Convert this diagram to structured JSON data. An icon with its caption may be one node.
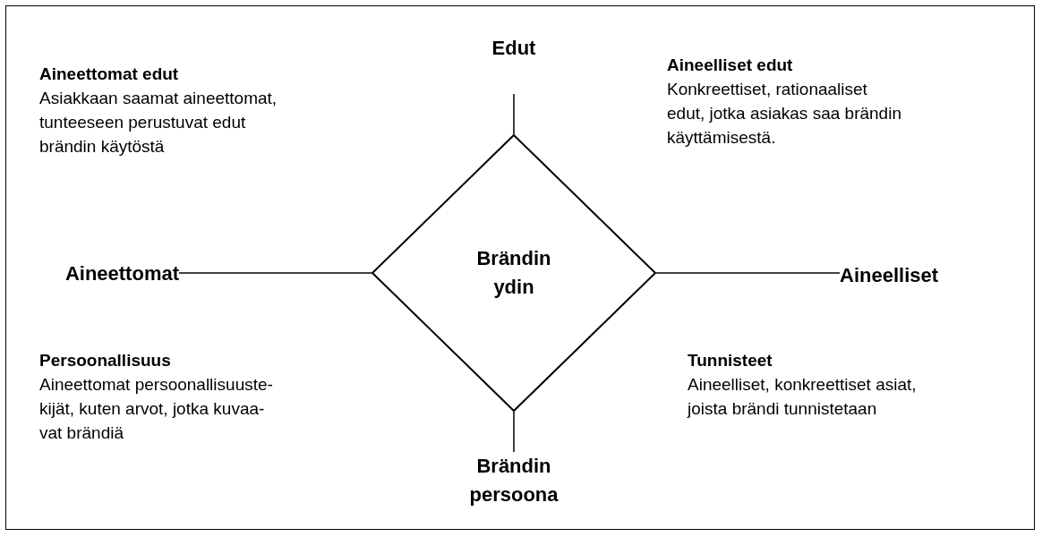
{
  "diagram": {
    "nodes": [
      {
        "text": [
          "Brändin ydin"
        ]
      },
      {
        "text": [
          "Edut"
        ]
      },
      {
        "text": [
          "Aineettomat"
        ]
      },
      {
        "text": [
          "Aineelliset"
        ]
      },
      {
        "text": [
          "Brändin persoona"
        ]
      }
    ],
    "edges": [
      {
        "from": 0,
        "to": 1,
        "arrow": "none"
      },
      {
        "from": 0,
        "to": 2,
        "arrow": "none"
      },
      {
        "from": 0,
        "to": 3,
        "arrow": "none"
      },
      {
        "from": 0,
        "to": 4,
        "arrow": "none"
      }
    ],
    "labels": [
      "Aineettomat edut",
      "Asiakkaan saamat aineettomat, tunteeseen perustuvat edut brändin käytöstä",
      "Aineelliset edut",
      "Konkreettiset, rationaaliset edut, jotka asiakas saa brändin käyttämisestä.",
      "Persoonallisuus",
      "Aineettomat persoonallisuuste- kijät, kuten arvot, jotka kuvaa- vat brändiä",
      "Tunnisteet",
      "Aineelliset, konkreettiset asiat, joista brändi tunnistetaan"
    ]
  }
}
